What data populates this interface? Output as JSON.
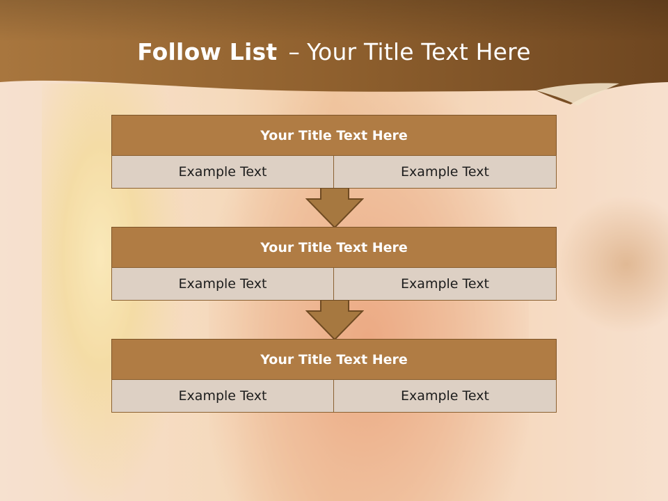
{
  "header": {
    "title_bold": "Follow List",
    "title_separator": "–",
    "title_rest": "Your Title Text Here"
  },
  "colors": {
    "header": "#8a5a2a",
    "title_bar": "#b07c44",
    "cell": "#ddd0c4",
    "border": "#7d5428"
  },
  "steps": [
    {
      "title": "Your Title Text Here",
      "left": "Example Text",
      "right": "Example Text"
    },
    {
      "title": "Your Title Text Here",
      "left": "Example Text",
      "right": "Example Text"
    },
    {
      "title": "Your Title Text Here",
      "left": "Example Text",
      "right": "Example Text"
    }
  ],
  "connector_icon": "down-arrow-icon"
}
